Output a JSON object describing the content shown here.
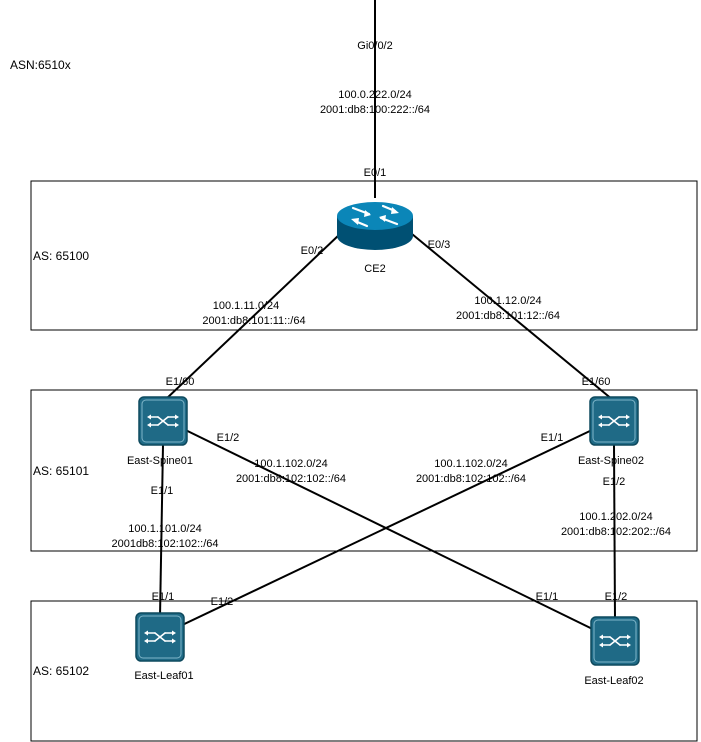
{
  "asn_label": "ASN:6510x",
  "colors": {
    "line": "#000000",
    "router_body": "#005073",
    "router_top": "#0b86b8",
    "switch_fill": "#1f6a86",
    "switch_stroke": "#0e4a5e"
  },
  "zones": [
    {
      "id": "zone-65100",
      "label": "AS: 65100"
    },
    {
      "id": "zone-65101",
      "label": "AS: 65101"
    },
    {
      "id": "zone-65102",
      "label": "AS: 65102"
    }
  ],
  "devices": {
    "ce2": {
      "name": "CE2",
      "icon": "router-icon"
    },
    "spine01": {
      "name": "East-Spine01",
      "icon": "switch-icon"
    },
    "spine02": {
      "name": "East-Spine02",
      "icon": "switch-icon"
    },
    "leaf01": {
      "name": "East-Leaf01",
      "icon": "switch-icon"
    },
    "leaf02": {
      "name": "East-Leaf02",
      "icon": "switch-icon"
    }
  },
  "interfaces": {
    "uplink": "Gi0/0/2",
    "ce2_e01": "E0/1",
    "ce2_e02": "E0/2",
    "ce2_e03": "E0/3",
    "spine01_e160": "E1/60",
    "spine02_e160": "E1/60",
    "spine01_e12": "E1/2",
    "spine02_e11": "E1/1",
    "spine01_e11": "E1/1",
    "spine02_e12": "E1/2",
    "leaf01_e11": "E1/1",
    "leaf01_e12": "E1/2",
    "leaf02_e11": "E1/1",
    "leaf02_e12": "E1/2"
  },
  "subnets": {
    "uplink": {
      "v4": "100.0.222.0/24",
      "v6": "2001:db8:100:222::/64"
    },
    "ce2_spine01": {
      "v4": "100.1.11.0/24",
      "v6": "2001:db8:101:11::/64"
    },
    "ce2_spine02": {
      "v4": "100.1.12.0/24",
      "v6": "2001:db8:101:12::/64"
    },
    "spine01_leaf02": {
      "v4": "100.1.102.0/24",
      "v6": "2001:db8:102:102::/64"
    },
    "spine02_leaf01": {
      "v4": "100.1.102.0/24",
      "v6": "2001:db8:102:102::/64"
    },
    "spine01_leaf01": {
      "v4": "100.1.101.0/24",
      "v6": "2001db8:102:102::/64"
    },
    "spine02_leaf02": {
      "v4": "100.1.202.0/24",
      "v6": "2001:db8:102:202::/64"
    }
  }
}
